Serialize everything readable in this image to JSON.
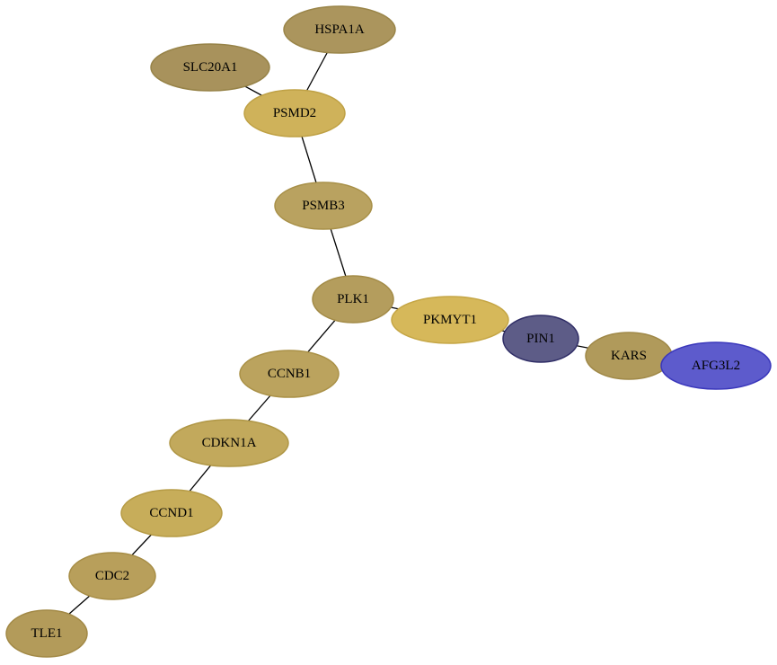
{
  "nodes": [
    {
      "id": "HSPA1A",
      "label": "HSPA1A",
      "fill": "#ab955d",
      "stroke": "#9a8549"
    },
    {
      "id": "SLC20A1",
      "label": "SLC20A1",
      "fill": "#a8925c",
      "stroke": "#978348"
    },
    {
      "id": "PSMD2",
      "label": "PSMD2",
      "fill": "#cfb25a",
      "stroke": "#bfa145"
    },
    {
      "id": "PSMB3",
      "label": "PSMB3",
      "fill": "#b9a260",
      "stroke": "#a89048"
    },
    {
      "id": "PLK1",
      "label": "PLK1",
      "fill": "#b49d5d",
      "stroke": "#a38b47"
    },
    {
      "id": "PKMYT1",
      "label": "PKMYT1",
      "fill": "#d6b85a",
      "stroke": "#c5a645"
    },
    {
      "id": "PIN1",
      "label": "PIN1",
      "fill": "#5d5c87",
      "stroke": "#2f2d66"
    },
    {
      "id": "KARS",
      "label": "KARS",
      "fill": "#b09a5b",
      "stroke": "#9f8847"
    },
    {
      "id": "AFG3L2",
      "label": "AFG3L2",
      "fill": "#5d5bcc",
      "stroke": "#3a37bb"
    },
    {
      "id": "CCNB1",
      "label": "CCNB1",
      "fill": "#bba35e",
      "stroke": "#aa9147"
    },
    {
      "id": "CDKN1A",
      "label": "CDKN1A",
      "fill": "#c2a95c",
      "stroke": "#b09746"
    },
    {
      "id": "CCND1",
      "label": "CCND1",
      "fill": "#c7ad5a",
      "stroke": "#b69b45"
    },
    {
      "id": "CDC2",
      "label": "CDC2",
      "fill": "#b89f5b",
      "stroke": "#a78d46"
    },
    {
      "id": "TLE1",
      "label": "TLE1",
      "fill": "#b39b5a",
      "stroke": "#a28946"
    }
  ],
  "edges": [
    [
      "HSPA1A",
      "PSMD2"
    ],
    [
      "SLC20A1",
      "PSMD2"
    ],
    [
      "PSMD2",
      "PSMB3"
    ],
    [
      "PSMB3",
      "PLK1"
    ],
    [
      "PLK1",
      "PKMYT1"
    ],
    [
      "PKMYT1",
      "PIN1"
    ],
    [
      "PIN1",
      "KARS"
    ],
    [
      "KARS",
      "AFG3L2"
    ],
    [
      "PLK1",
      "CCNB1"
    ],
    [
      "CCNB1",
      "CDKN1A"
    ],
    [
      "CDKN1A",
      "CCND1"
    ],
    [
      "CCND1",
      "CDC2"
    ],
    [
      "CDC2",
      "TLE1"
    ]
  ]
}
